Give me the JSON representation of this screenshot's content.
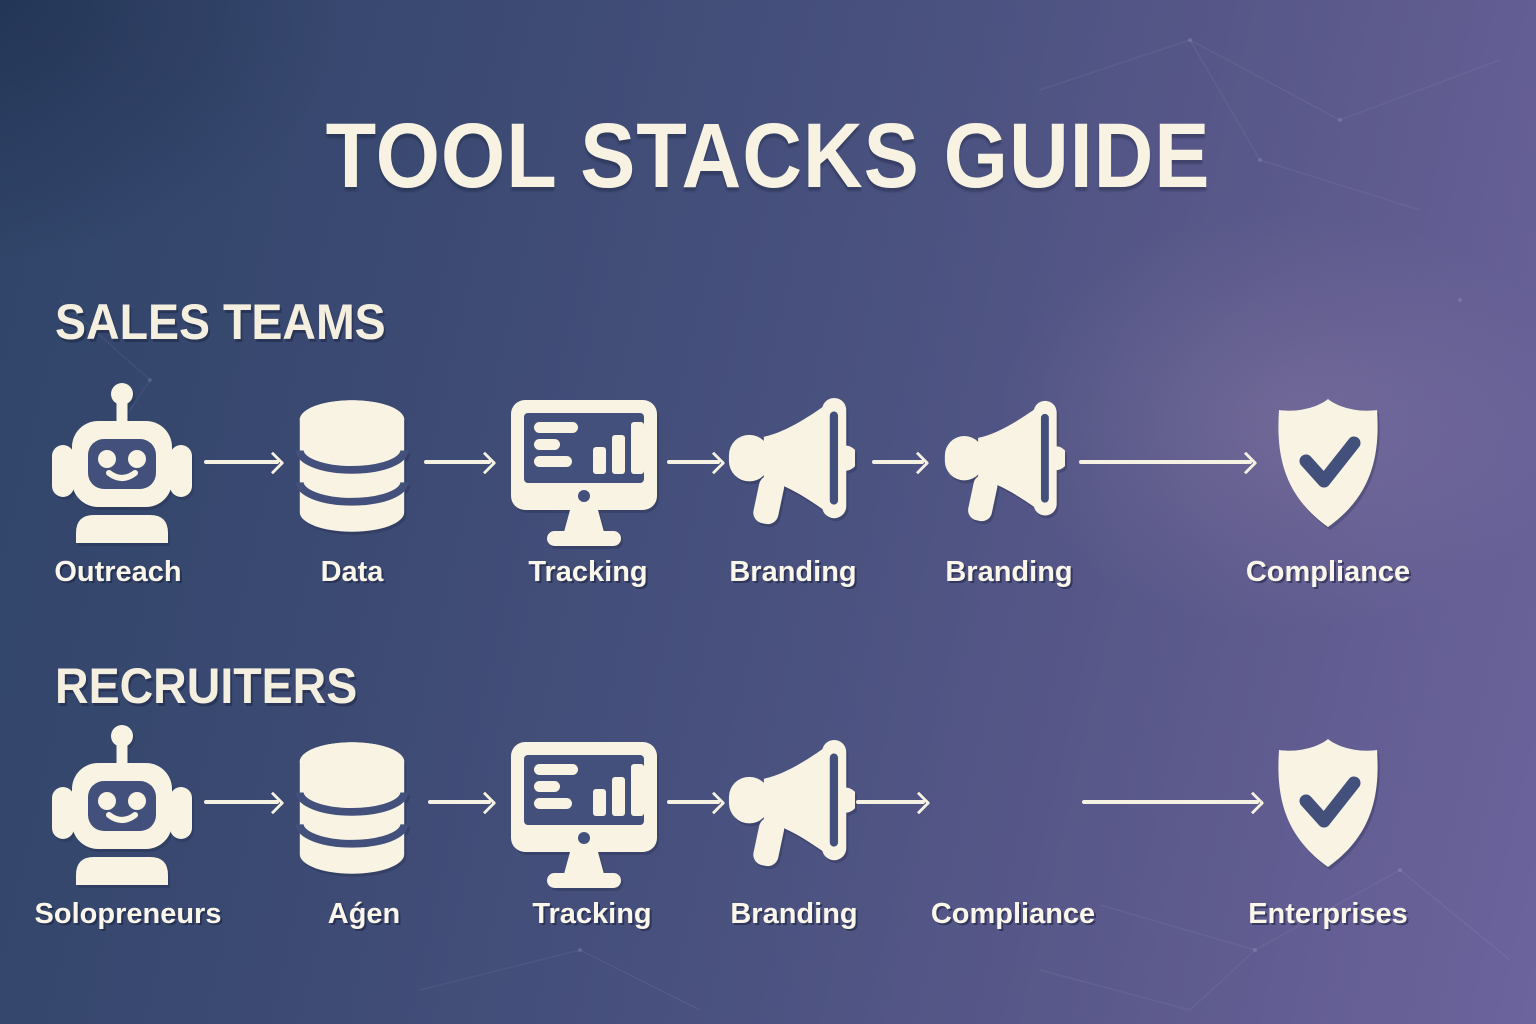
{
  "title": "TOOL STACKS GUIDE",
  "sections": [
    {
      "heading": "SALES TEAMS",
      "steps": [
        {
          "icon": "robot-icon",
          "label": "Outreach"
        },
        {
          "icon": "database-icon",
          "label": "Data"
        },
        {
          "icon": "monitor-chart-icon",
          "label": "Tracking"
        },
        {
          "icon": "megaphone-icon",
          "label": "Branding"
        },
        {
          "icon": "megaphone-icon",
          "label": "Branding"
        },
        {
          "icon": "shield-check-icon",
          "label": "Compliance"
        }
      ]
    },
    {
      "heading": "RECRUITERS",
      "steps": [
        {
          "icon": "robot-icon",
          "label": "Solopreneurs"
        },
        {
          "icon": "database-icon",
          "label": "Aǵen"
        },
        {
          "icon": "monitor-chart-icon",
          "label": "Tracking"
        },
        {
          "icon": "megaphone-icon",
          "label": "Branding"
        },
        {
          "icon": "none",
          "label": "Compliance"
        },
        {
          "icon": "shield-check-icon",
          "label": "Enterprises"
        }
      ]
    }
  ],
  "colors": {
    "icon_cream": "#f8f3e2",
    "icon_ink": "#42507b",
    "text_cream": "#f7f2e2",
    "arrow": "#f5f1e3",
    "bg_top_left": "#2f4468",
    "bg_mid": "#4b5280",
    "bg_top_right": "#6c649d",
    "bg_bottom_right": "#5b5689"
  }
}
